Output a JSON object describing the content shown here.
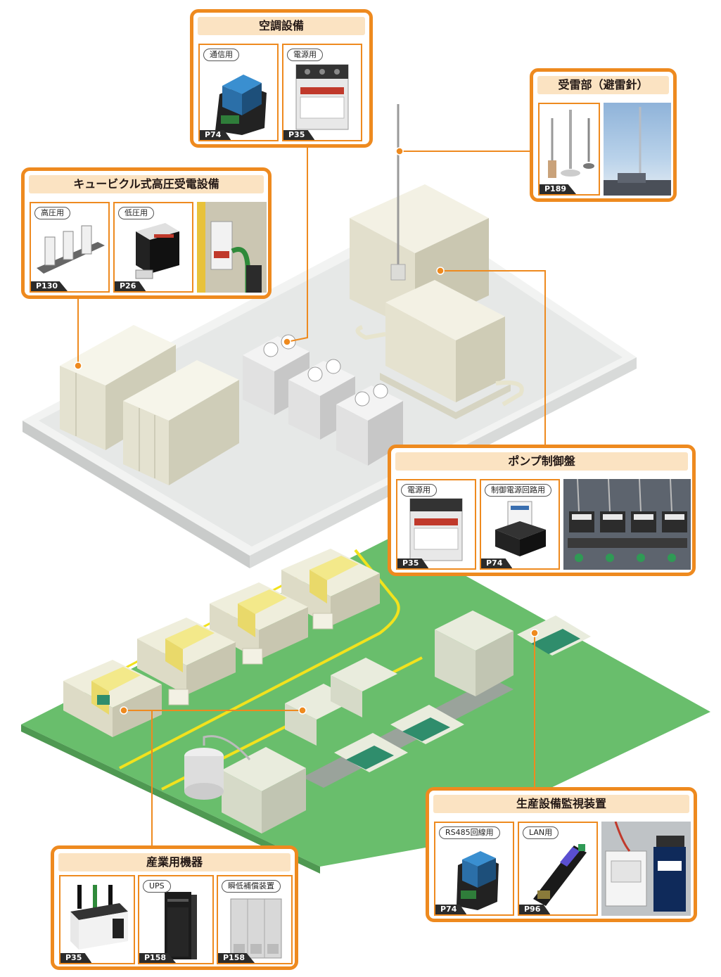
{
  "panels": {
    "aircon": {
      "title": "空調設備",
      "cards": [
        {
          "tag": "通信用",
          "page": "P74",
          "icon": "surge-protector-icon"
        },
        {
          "tag": "電源用",
          "page": "P35",
          "icon": "power-surge-protector-icon"
        }
      ]
    },
    "lightning": {
      "title": "受雷部（避雷針）",
      "cards": [
        {
          "page": "P189",
          "icon": "lightning-rod-icon"
        },
        {
          "icon": "lightning-mast-photo"
        }
      ]
    },
    "cubicle": {
      "title": "キュービクル式高圧受電設備",
      "cards": [
        {
          "tag": "高圧用",
          "page": "P130",
          "icon": "high-voltage-arrester-icon"
        },
        {
          "tag": "低圧用",
          "page": "P26",
          "icon": "low-voltage-arrester-icon"
        },
        {
          "icon": "cubicle-install-photo"
        }
      ]
    },
    "pump": {
      "title": "ポンプ制御盤",
      "cards": [
        {
          "tag": "電源用",
          "page": "P35",
          "icon": "power-surge-protector-icon"
        },
        {
          "tag": "制御電源回路用",
          "page": "P74",
          "icon": "control-circuit-protector-icon"
        },
        {
          "icon": "pump-panel-photo"
        }
      ]
    },
    "monitor": {
      "title": "生産設備監視装置",
      "cards": [
        {
          "tag": "RS485回線用",
          "page": "P74",
          "icon": "rs485-protector-icon"
        },
        {
          "tag": "LAN用",
          "page": "P96",
          "icon": "lan-protector-icon"
        },
        {
          "icon": "monitor-install-photo"
        }
      ]
    },
    "industrial": {
      "title": "産業用機器",
      "cards": [
        {
          "page": "P35",
          "icon": "industrial-protector-icon"
        },
        {
          "tag": "UPS",
          "page": "P158",
          "icon": "ups-icon"
        },
        {
          "tag": "瞬低補償装置",
          "page": "P158",
          "icon": "voltage-sag-compensator-icon"
        }
      ]
    }
  },
  "colors": {
    "accent": "#ee8a1f",
    "title_bg": "#fbe3c2",
    "rooftop": "#e7e9e8",
    "floor": "#6cbf6f",
    "lane": "#f2e21d",
    "machine": "#ecebd9",
    "screen": "#2f8d6c"
  }
}
